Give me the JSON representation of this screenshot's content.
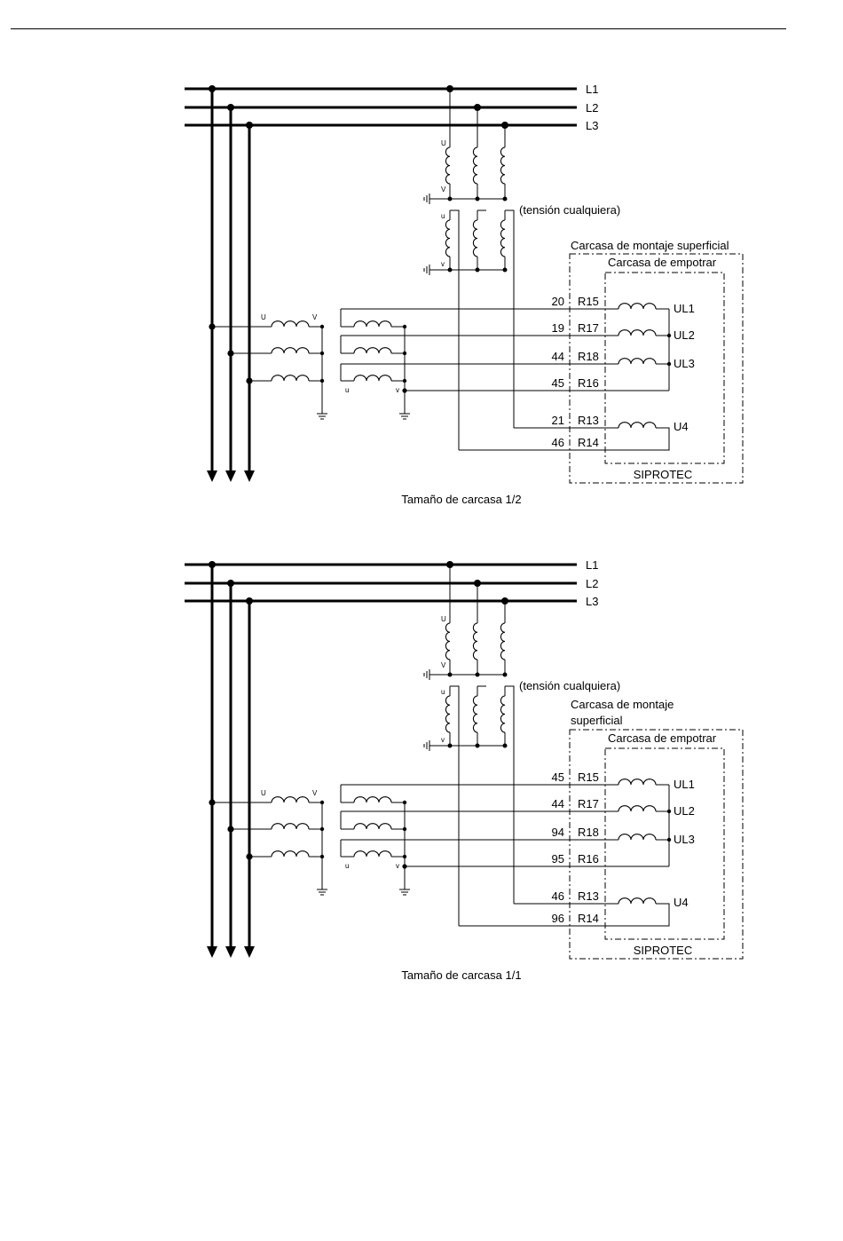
{
  "diagrams": [
    {
      "id": "half",
      "caption": "Tamaño de carcasa 1/2",
      "bus_labels": [
        "L1",
        "L2",
        "L3"
      ],
      "note_any_voltage": "(tensión cualquiera)",
      "surface_housing_label": [
        "Carcasa de montaje superficial"
      ],
      "flush_housing_label": "Carcasa de empotrar",
      "device_label": "SIPROTEC",
      "terminals": [
        {
          "number": "20",
          "ref": "R15"
        },
        {
          "number": "19",
          "ref": "R17"
        },
        {
          "number": "44",
          "ref": "R18"
        },
        {
          "number": "45",
          "ref": "R16"
        },
        {
          "number": "21",
          "ref": "R13"
        },
        {
          "number": "46",
          "ref": "R14"
        }
      ],
      "inputs": [
        "UL1",
        "UL2",
        "UL3",
        "U4"
      ],
      "vt_labels": {
        "upper_U": "U",
        "upper_V": "V",
        "lower_u": "u",
        "lower_v": "v"
      }
    },
    {
      "id": "full",
      "caption": "Tamaño de carcasa 1/1",
      "bus_labels": [
        "L1",
        "L2",
        "L3"
      ],
      "note_any_voltage": "(tensión cualquiera)",
      "surface_housing_label": [
        "Carcasa de montaje",
        "superficial"
      ],
      "flush_housing_label": "Carcasa de empotrar",
      "device_label": "SIPROTEC",
      "terminals": [
        {
          "number": "45",
          "ref": "R15"
        },
        {
          "number": "44",
          "ref": "R17"
        },
        {
          "number": "94",
          "ref": "R18"
        },
        {
          "number": "95",
          "ref": "R16"
        },
        {
          "number": "46",
          "ref": "R13"
        },
        {
          "number": "96",
          "ref": "R14"
        }
      ],
      "inputs": [
        "UL1",
        "UL2",
        "UL3",
        "U4"
      ],
      "vt_labels": {
        "upper_U": "U",
        "upper_V": "V",
        "lower_u": "u",
        "lower_v": "v"
      }
    }
  ]
}
